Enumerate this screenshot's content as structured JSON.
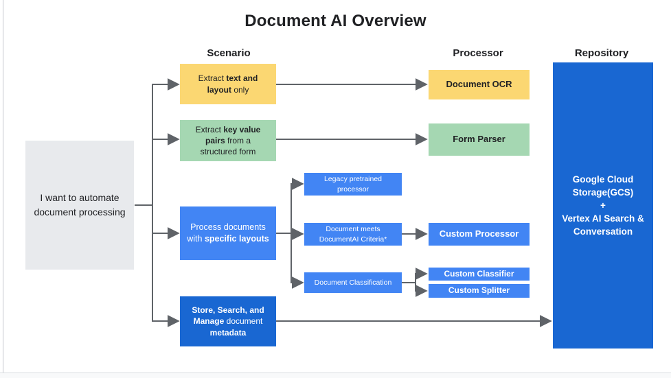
{
  "title": "Document AI Overview",
  "headers": {
    "scenario": "Scenario",
    "processor": "Processor",
    "repository": "Repository"
  },
  "start_box": {
    "text": "I want to automate document processing"
  },
  "scenarios": {
    "text_layout": {
      "pre": "Extract ",
      "bold": "text and layout",
      "post": " only"
    },
    "key_value": {
      "pre": "Extract ",
      "bold": "key value pairs",
      "post": " from a structured form"
    },
    "layouts": {
      "pre": "Process documents with ",
      "bold": "specific layouts",
      "post": ""
    },
    "store": {
      "bold_a": "Store, Search, and Manage",
      "mid": " document ",
      "bold_b": "metadata"
    }
  },
  "branches": {
    "legacy": "Legacy pretrained processor",
    "criteria": "Document meets DocumentAI Criteria*",
    "classification": "Document Classification"
  },
  "processors": {
    "ocr": "Document OCR",
    "form_parser": "Form Parser",
    "custom_processor": "Custom Processor",
    "custom_classifier": "Custom Classifier",
    "custom_splitter": "Custom Splitter"
  },
  "repository_box": {
    "line1": "Google Cloud Storage(GCS)",
    "plus": "+",
    "line2": "Vertex AI Search & Conversation"
  },
  "colors": {
    "yellow": "#FBD772",
    "green": "#A5D7B2",
    "blue": "#4285F4",
    "dark_blue": "#1967D2",
    "gray_box": "#E8EAED",
    "arrow": "#5F6368",
    "text_dark": "#202124"
  }
}
